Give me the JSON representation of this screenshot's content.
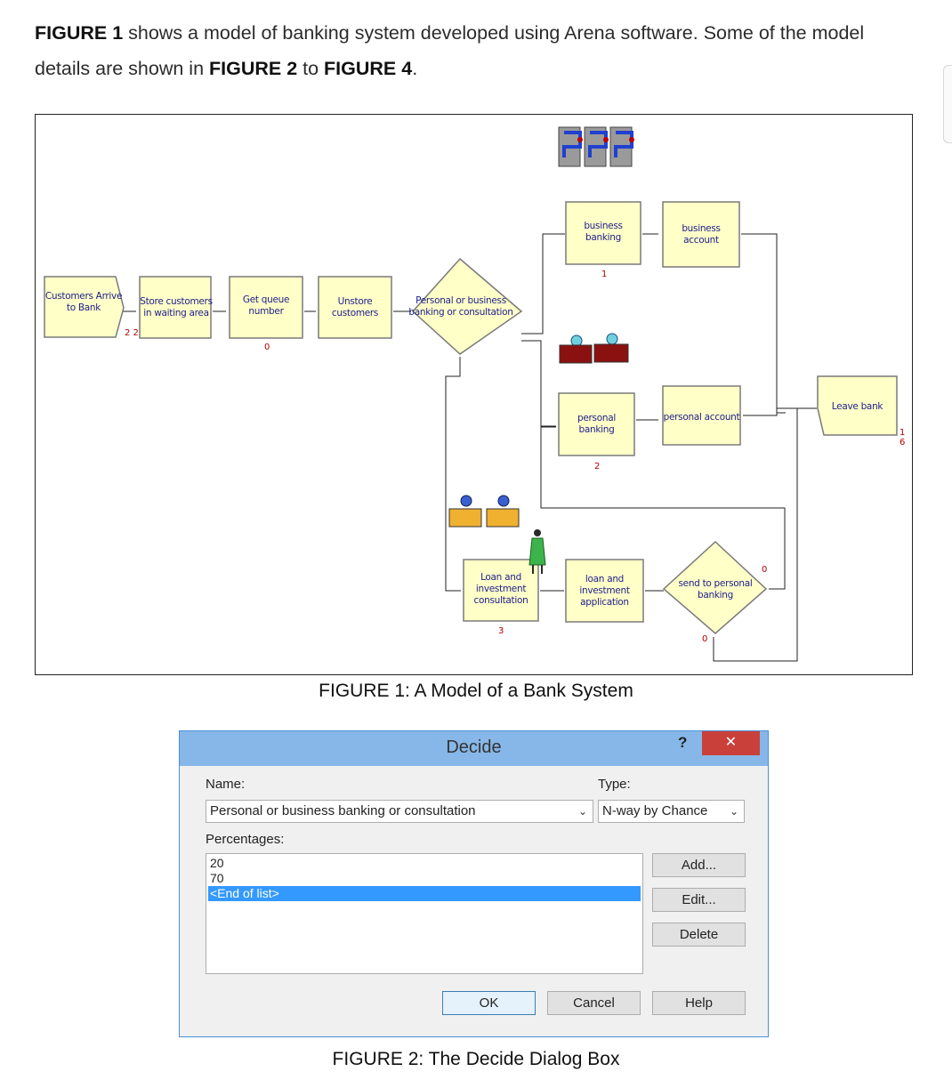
{
  "intro": {
    "fig1_ref": "FIGURE 1",
    "text_a": " shows a model of banking system developed using Arena software. Some of the model details are shown in ",
    "fig2_ref": "FIGURE 2",
    "text_b": " to ",
    "fig4_ref": "FIGURE 4",
    "text_c": "."
  },
  "figure1": {
    "caption": "FIGURE 1: A Model of a Bank System",
    "nodes": [
      {
        "id": "arrive",
        "type": "create",
        "lines": [
          "Customers Arrive",
          "to Bank"
        ],
        "counter": "2 2"
      },
      {
        "id": "store",
        "type": "process",
        "lines": [
          "Store customers",
          "in waiting area"
        ]
      },
      {
        "id": "queue",
        "type": "process",
        "lines": [
          "Get queue",
          "number"
        ],
        "counter": "0"
      },
      {
        "id": "unstore",
        "type": "process",
        "lines": [
          "Unstore",
          "customers"
        ]
      },
      {
        "id": "decide1",
        "type": "decide",
        "lines": [
          "Personal or business",
          "banking or consultation"
        ]
      },
      {
        "id": "bizbank",
        "type": "process",
        "lines": [
          "business",
          "banking"
        ],
        "counter": "1"
      },
      {
        "id": "bizacct",
        "type": "process",
        "lines": [
          "business",
          "account"
        ]
      },
      {
        "id": "perbank",
        "type": "process",
        "lines": [
          "personal",
          "banking"
        ],
        "counter": "2"
      },
      {
        "id": "peracct",
        "type": "process",
        "lines": [
          "personal account"
        ]
      },
      {
        "id": "leave",
        "type": "dispose",
        "lines": [
          "Leave bank"
        ],
        "counter": "1 6"
      },
      {
        "id": "loan",
        "type": "process",
        "lines": [
          "Loan and",
          "investment",
          "consultation"
        ],
        "counter": "3"
      },
      {
        "id": "loanapp",
        "type": "process",
        "lines": [
          "loan and",
          "investment",
          "application"
        ]
      },
      {
        "id": "decide2",
        "type": "decide",
        "lines": [
          "send to personal",
          "banking"
        ],
        "counter_true": "0",
        "counter_false": "0"
      }
    ]
  },
  "dialog": {
    "title": "Decide",
    "help": "?",
    "close": "✕",
    "name_label": "Name:",
    "name_value": "Personal or business banking or consultation",
    "type_label": "Type:",
    "type_value": "N-way by Chance",
    "percentages_label": "Percentages:",
    "percentages": [
      "20",
      "70",
      "<End of list>"
    ],
    "buttons": {
      "add": "Add...",
      "edit": "Edit...",
      "delete": "Delete",
      "ok": "OK",
      "cancel": "Cancel",
      "help": "Help"
    },
    "caption": "FIGURE 2: The Decide Dialog Box"
  },
  "colors": {
    "module_fill": "#ffffc8",
    "module_label": "#1e1e8c",
    "counter": "#b00000",
    "dialog_title": "#86b7e8",
    "close": "#c9403a",
    "selection": "#3399ff"
  }
}
